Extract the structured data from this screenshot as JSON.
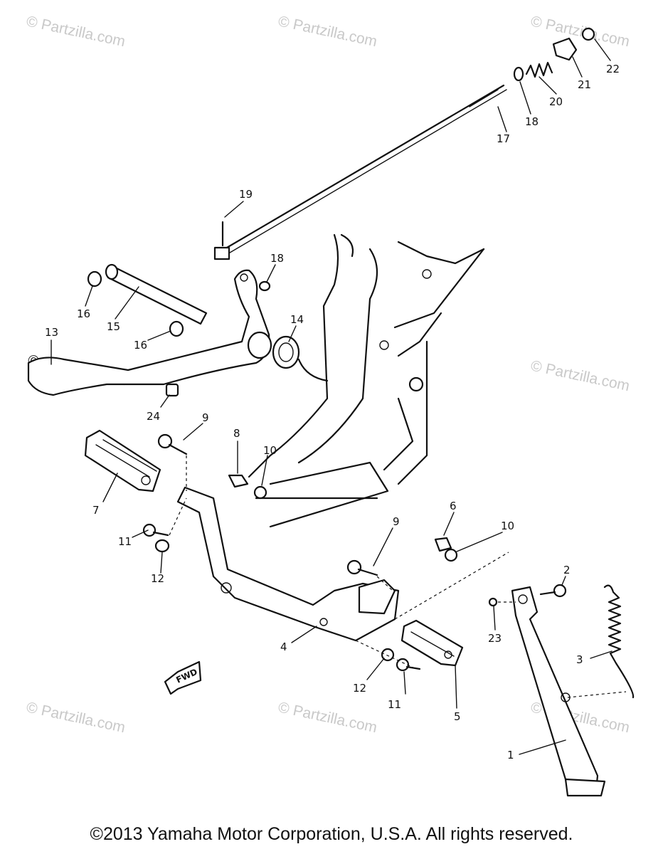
{
  "watermark": "© Partzilla.com",
  "fwd_label": "FWD",
  "copyright": "©2013  Yamaha Motor Corporation, U.S.A. All rights reserved.",
  "callouts": {
    "c1": "1",
    "c2": "2",
    "c3": "3",
    "c4": "4",
    "c5": "5",
    "c6": "6",
    "c7": "7",
    "c8": "8",
    "c9a": "9",
    "c9b": "9",
    "c10a": "10",
    "c10b": "10",
    "c11a": "11",
    "c11b": "11",
    "c12a": "12",
    "c12b": "12",
    "c13": "13",
    "c14": "14",
    "c15": "15",
    "c16a": "16",
    "c16b": "16",
    "c17": "17",
    "c18a": "18",
    "c18b": "18",
    "c19": "19",
    "c20": "20",
    "c21": "21",
    "c22": "22",
    "c23": "23",
    "c24": "24"
  }
}
